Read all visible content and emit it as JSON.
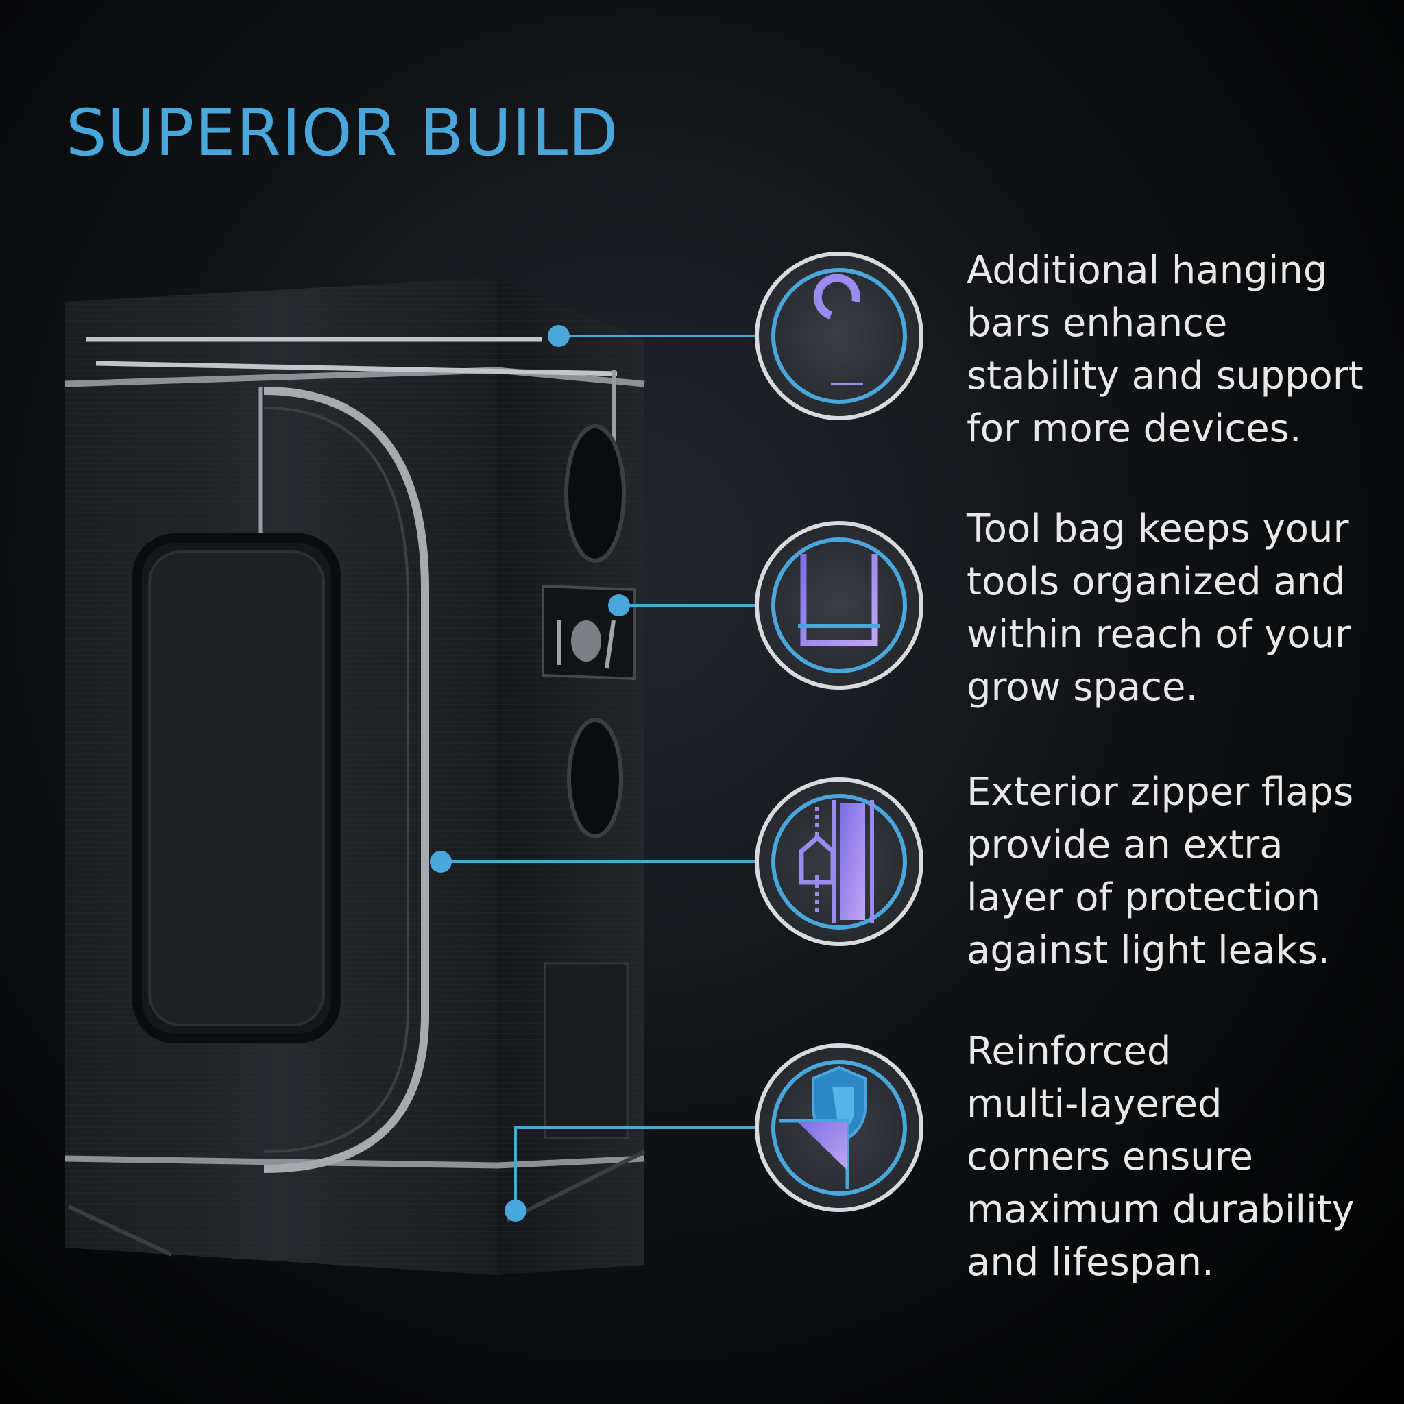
{
  "headline": "SUPERIOR BUILD",
  "accent_color": "#4aa7dc",
  "icon_gradient": [
    "#8b7be8",
    "#b39af0"
  ],
  "features": [
    {
      "icon": "hook-icon",
      "text": "Additional hanging\nbars enhance\nstability and support\nfor more devices."
    },
    {
      "icon": "tool-bag-icon",
      "text": "Tool bag keeps your\ntools organized and\nwithin reach of your\ngrow space."
    },
    {
      "icon": "zipper-icon",
      "text": "Exterior zipper flaps\nprovide an extra\nlayer of protection\nagainst light leaks."
    },
    {
      "icon": "shield-corner-icon",
      "text": "Reinforced\nmulti-layered\ncorners ensure\nmaximum durability\nand lifespan."
    }
  ]
}
